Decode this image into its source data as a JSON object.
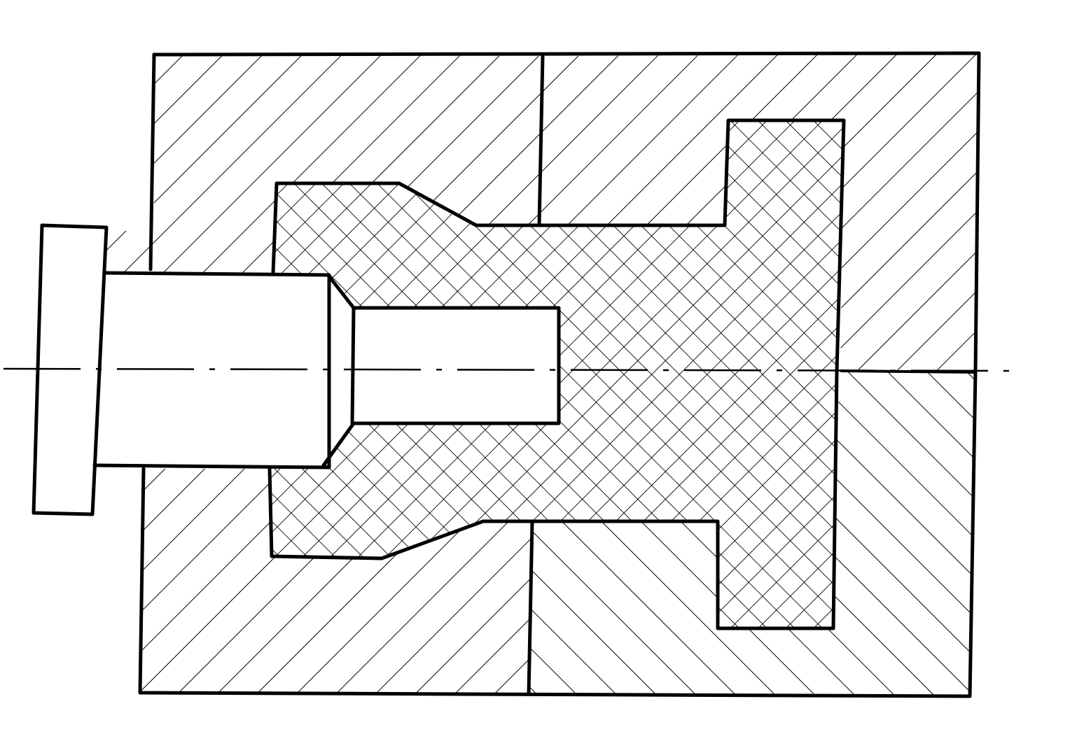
{
  "drawing": {
    "kind": "mold cross-section sketch",
    "line_color": "#000000",
    "background_color": "#ffffff",
    "hatch_styles": {
      "mold_upper_left": "diagonal",
      "mold_upper_right": "diagonal",
      "mold_lower_left": "diagonal",
      "mold_lower_right": "diagonal-opposite",
      "molded_part": "crosshatch"
    },
    "has_center_axis": true,
    "has_core_pin": true
  }
}
